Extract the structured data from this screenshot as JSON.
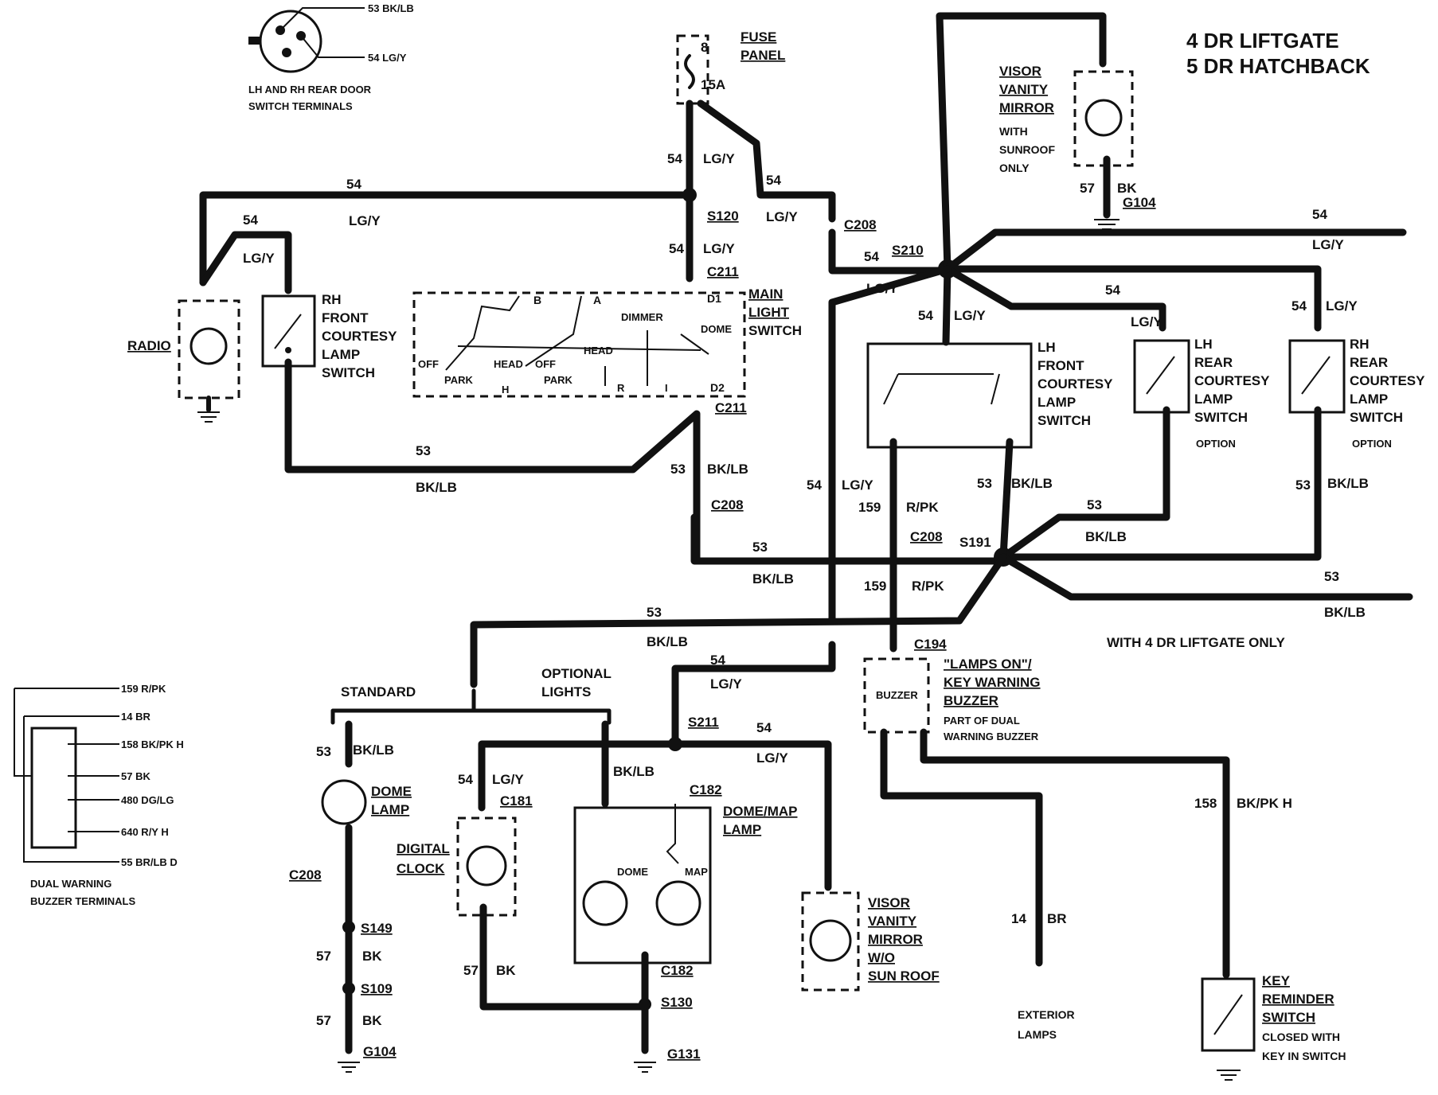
{
  "title": {
    "line1": "4 DR LIFTGATE",
    "line2": "5 DR HATCHBACK"
  },
  "rear_door_terminals": {
    "pin_a": "53 BK/LB",
    "pin_b": "54 LG/Y",
    "caption1": "LH AND RH REAR DOOR",
    "caption2": "SWITCH TERMINALS"
  },
  "fuse": {
    "pin": "8",
    "rating": "15A",
    "label1": "FUSE",
    "label2": "PANEL"
  },
  "connectors": {
    "c208": "C208",
    "c211": "C211",
    "c194": "C194",
    "c181": "C181",
    "c182": "C182"
  },
  "splices": {
    "s120": "S120",
    "s210": "S210",
    "s191": "S191",
    "s211": "S211",
    "s149": "S149",
    "s109": "S109",
    "s130": "S130"
  },
  "grounds": {
    "g104": "G104",
    "g131": "G131"
  },
  "wires": {
    "w54": "54",
    "lgy": "LG/Y",
    "w53": "53",
    "bklb": "BK/LB",
    "w159": "159",
    "rpk": "R/PK",
    "w57": "57",
    "bk": "BK",
    "w158": "158",
    "bkpkh": "BK/PK H",
    "w14": "14",
    "br": "BR"
  },
  "components": {
    "radio": "RADIO",
    "rh_front": [
      "RH",
      "FRONT",
      "COURTESY",
      "LAMP",
      "SWITCH"
    ],
    "main_switch": [
      "MAIN",
      "LIGHT",
      "SWITCH"
    ],
    "main_switch_internal": {
      "b": "B",
      "a": "A",
      "d1": "D1",
      "d2": "D2",
      "dimmer": "DIMMER",
      "dome": "DOME",
      "off": "OFF",
      "park": "PARK",
      "head": "HEAD",
      "h": "H",
      "r": "R",
      "i": "I"
    },
    "lh_front": [
      "LH",
      "FRONT",
      "COURTESY",
      "LAMP",
      "SWITCH"
    ],
    "lh_rear": [
      "LH",
      "REAR",
      "COURTESY",
      "LAMP",
      "SWITCH",
      "OPTION"
    ],
    "rh_rear": [
      "RH",
      "REAR",
      "COURTESY",
      "LAMP",
      "SWITCH",
      "OPTION"
    ],
    "visor_sunroof": [
      "VISOR",
      "VANITY",
      "MIRROR",
      "WITH",
      "SUNROOF",
      "ONLY"
    ],
    "buzzer": "BUZZER",
    "buzzer_label": [
      "\"LAMPS ON\"/",
      "KEY WARNING",
      "BUZZER",
      "PART OF DUAL",
      "WARNING BUZZER"
    ],
    "liftgate_note": "WITH 4 DR LIFTGATE ONLY",
    "standard": "STANDARD",
    "optional": [
      "OPTIONAL",
      "LIGHTS"
    ],
    "dome_lamp": [
      "DOME",
      "LAMP"
    ],
    "digital_clock": [
      "DIGITAL",
      "CLOCK"
    ],
    "dome_map": [
      "DOME/MAP",
      "LAMP"
    ],
    "dome": "DOME",
    "map": "MAP",
    "visor_no_sunroof": [
      "VISOR",
      "VANITY",
      "MIRROR",
      "W/O",
      "SUN ROOF"
    ],
    "exterior": [
      "EXTERIOR",
      "LAMPS"
    ],
    "key_reminder": [
      "KEY",
      "REMINDER",
      "SWITCH",
      "CLOSED WITH",
      "KEY IN SWITCH"
    ]
  },
  "buzzer_terminals": {
    "pins": [
      "159 R/PK",
      "14 BR",
      "158 BK/PK H",
      "57 BK",
      "480 DG/LG",
      "640 R/Y H",
      "55 BR/LB D"
    ],
    "caption1": "DUAL WARNING",
    "caption2": "BUZZER TERMINALS"
  }
}
